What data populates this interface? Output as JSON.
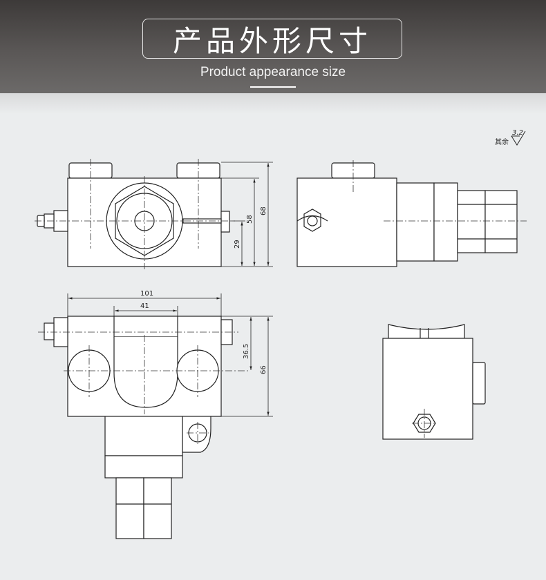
{
  "header": {
    "title": "产品外形尺寸",
    "subtitle": "Product appearance size"
  },
  "drawing": {
    "roughness_note": "其余",
    "roughness_value": "3.2",
    "dimensions": {
      "front_height_68": "68",
      "front_height_58": "58",
      "front_height_29": "29",
      "top_width_101": "101",
      "top_width_41": "41",
      "top_depth_36_5": "36.5",
      "top_depth_66": "66"
    }
  }
}
